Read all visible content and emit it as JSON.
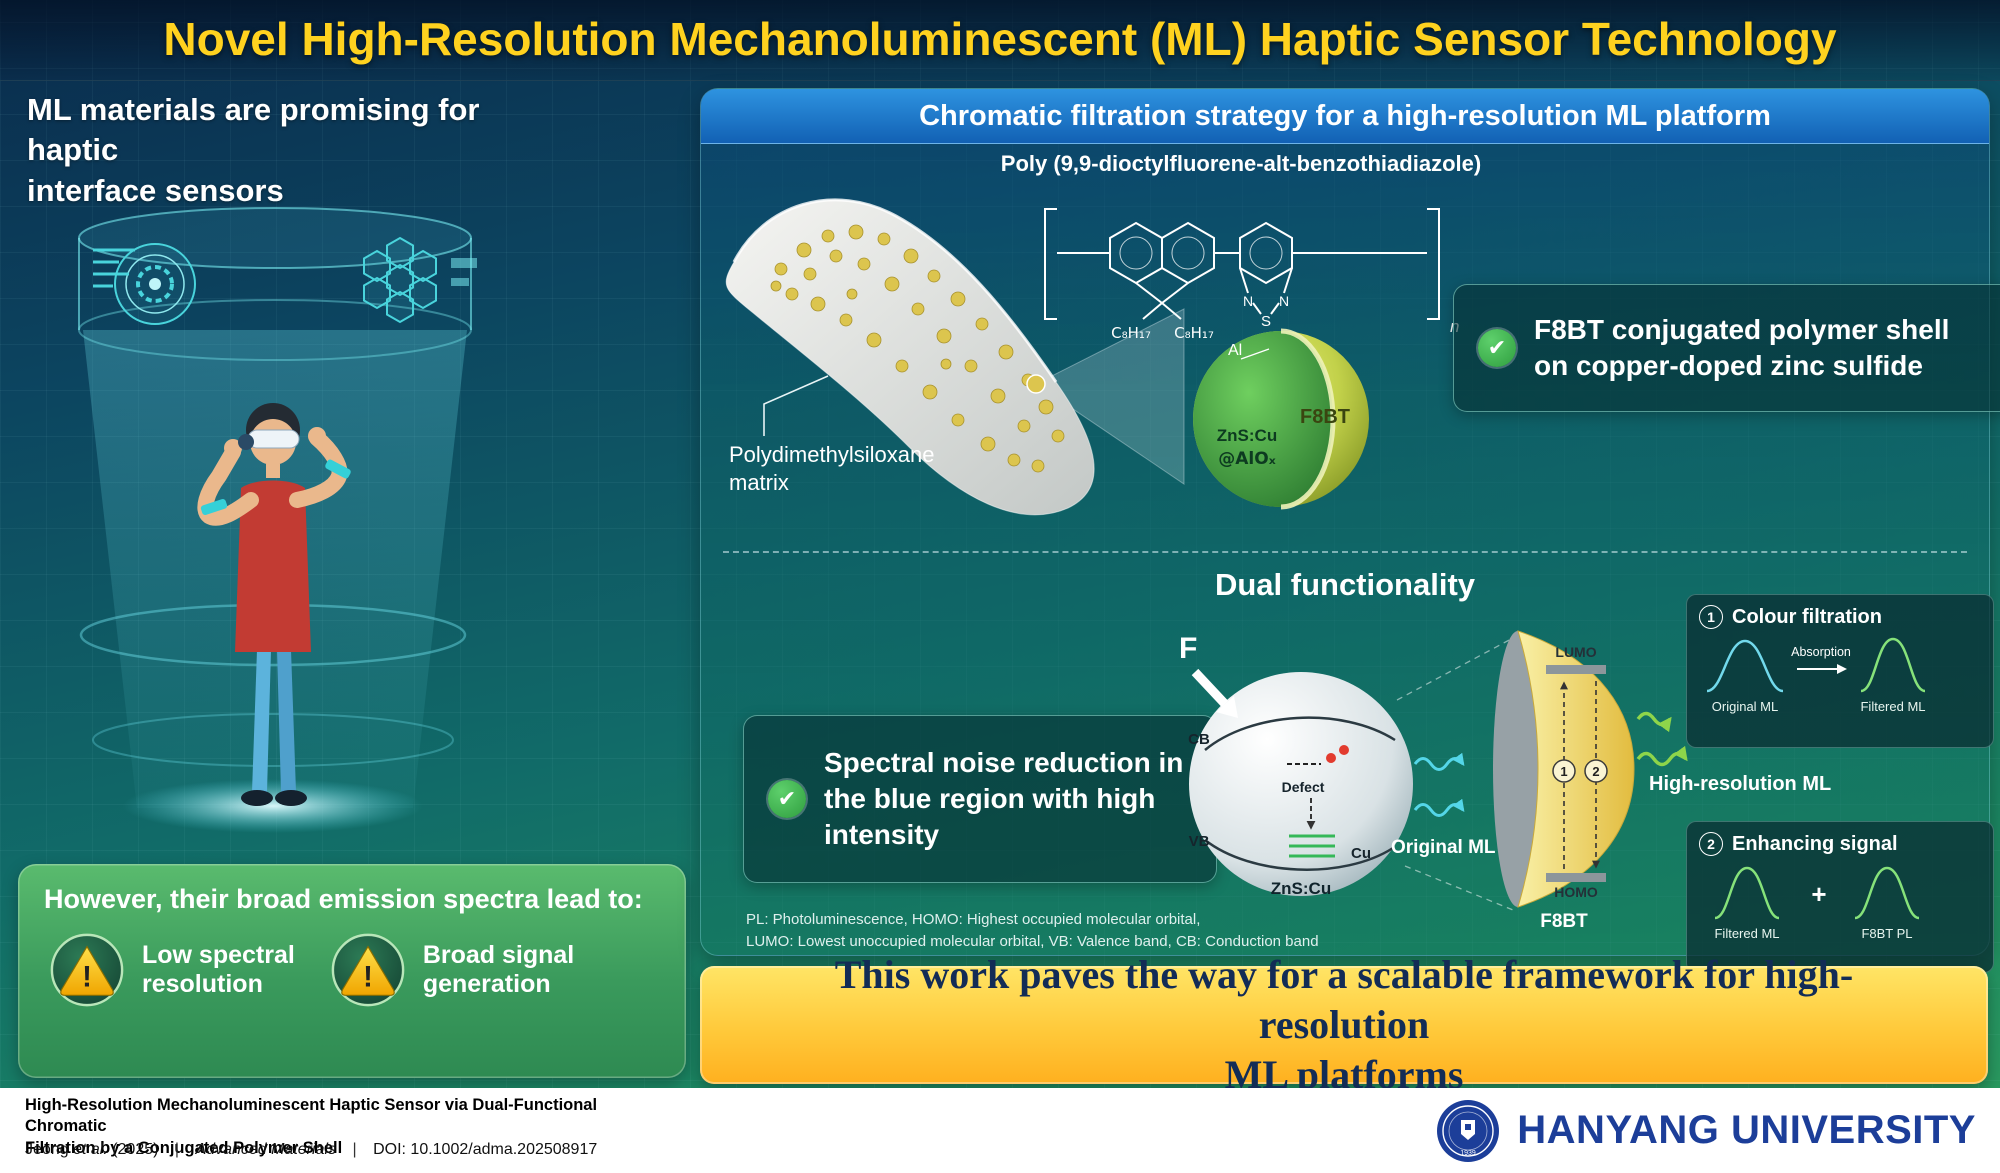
{
  "title": "Novel High-Resolution Mechanoluminescent (ML) Haptic Sensor Technology",
  "icons": {
    "check": "✔",
    "warning": "!"
  },
  "colors": {
    "title_yellow": "#FFD21F",
    "header_blue": "#1E7BD0",
    "panel_teal": "#0F6577",
    "success_green": "#3BB54A",
    "warning_yellow": "#F7C948",
    "banner_yellow": "#FFC93A",
    "hanyang_blue": "#1C3E99",
    "ml_cyan": "#54D6E8",
    "ml_green": "#8ED54A"
  },
  "left": {
    "intro": "ML materials are promising for haptic\ninterface sensors",
    "problem": {
      "heading": "However, their broad emission spectra lead to:",
      "issues": [
        {
          "label": "Low spectral\nresolution"
        },
        {
          "label": "Broad signal\ngeneration"
        }
      ]
    }
  },
  "strategy": {
    "header": "Chromatic filtration strategy for a high-resolution ML platform",
    "polymer_name": "Poly (9,9-dioctylfluorene-alt-benzothiadiazole)",
    "chem": {
      "alkyl_left": "C₈H₁₇",
      "alkyl_right": "C₈H₁₇",
      "n_left": "N",
      "s": "S",
      "n_right": "N",
      "repeat_index": "n"
    },
    "matrix_label": "Polydimethylsiloxane\nmatrix",
    "particle": {
      "al": "Al",
      "shell": "F8BT",
      "core_line1": "ZnS:Cu",
      "core_line2": "@AlOₓ"
    },
    "highlight1": "F8BT conjugated polymer shell on copper-doped zinc sulfide"
  },
  "dual": {
    "heading": "Dual functionality",
    "highlight2": "Spectral noise reduction in the blue region with high intensity",
    "force": "F",
    "band": {
      "cb": "CB",
      "defect": "Defect",
      "vb": "VB",
      "cu": "Cu",
      "material": "ZnS:Cu"
    },
    "original_ml": "Original ML",
    "lens": {
      "lumo": "LUMO",
      "homo": "HOMO",
      "label": "F8BT",
      "step1": "1",
      "step2": "2"
    },
    "high_res_ml": "High-resolution ML",
    "box1": {
      "num": "1",
      "title": "Colour filtration",
      "curve_left": "Original ML",
      "arrow_label": "Absorption",
      "curve_right": "Filtered ML"
    },
    "box2": {
      "num": "2",
      "title": "Enhancing signal",
      "curve_left": "Filtered ML",
      "plus": "+",
      "curve_right": "F8BT PL"
    },
    "abbreviations": "PL: Photoluminescence, HOMO: Highest occupied molecular orbital,\nLUMO: Lowest unoccupied molecular orbital, VB: Valence band, CB: Conduction band"
  },
  "banner": "This work paves the way for a scalable framework for high-resolution\nML platforms",
  "footer": {
    "paper_title": "High-Resolution Mechanoluminescent Haptic Sensor via Dual-Functional Chromatic\nFiltration by a Conjugated Polymer Shell",
    "citation": {
      "authors": "Jeong",
      "etal": "et al.",
      "year": "(2025)",
      "separator": "|",
      "journal": "Advanced Materials",
      "doi": "DOI: 10.1002/adma.202508917"
    },
    "university": "HANYANG UNIVERSITY",
    "seal_year": "1939"
  }
}
